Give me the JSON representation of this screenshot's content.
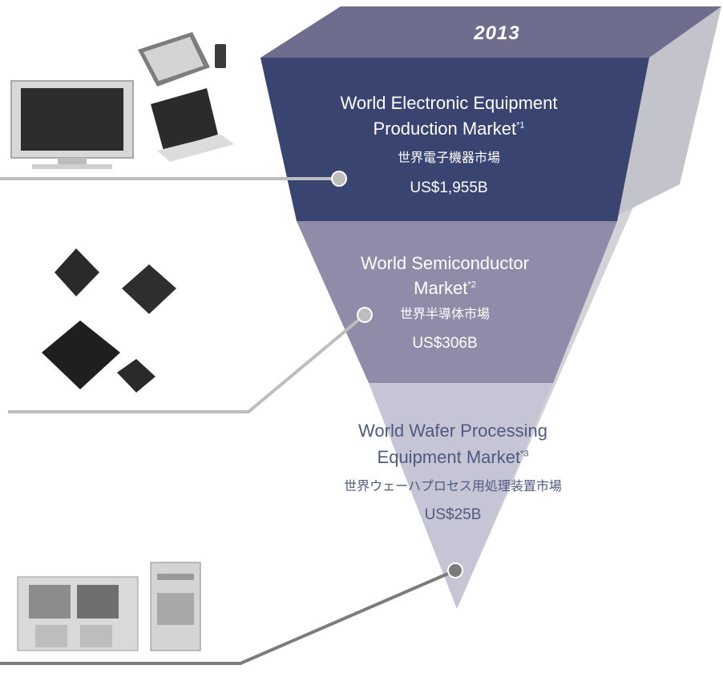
{
  "year": "2013",
  "tiers": [
    {
      "title_line1": "World Electronic Equipment",
      "title_line2": "Production Market",
      "note": "*1",
      "title_jp": "世界電子機器市場",
      "value": "US$1,955B"
    },
    {
      "title_line1": "World Semiconductor",
      "title_line2": "Market",
      "note": "*2",
      "title_jp": "世界半導体市場",
      "value": "US$306B"
    },
    {
      "title_line1": "World Wafer Processing",
      "title_line2": "Equipment Market",
      "note": "*3",
      "title_jp": "世界ウェーハプロセス用処理装置市場",
      "value": "US$25B"
    }
  ],
  "illustrations": [
    "tv-tablet-laptop-icon",
    "semiconductor-chips-icon",
    "wafer-processing-equipment-icon"
  ],
  "colors": {
    "top_face": "#6e6d8e",
    "tier1": "#3a4470",
    "tier2": "#8e8ca8",
    "tier3": "#c5c5d5",
    "side_face": "#d2d2d8",
    "connector": "#b9b9b9",
    "connector_dark": "#7b7b7b",
    "tier3_text": "#4f5a80"
  }
}
